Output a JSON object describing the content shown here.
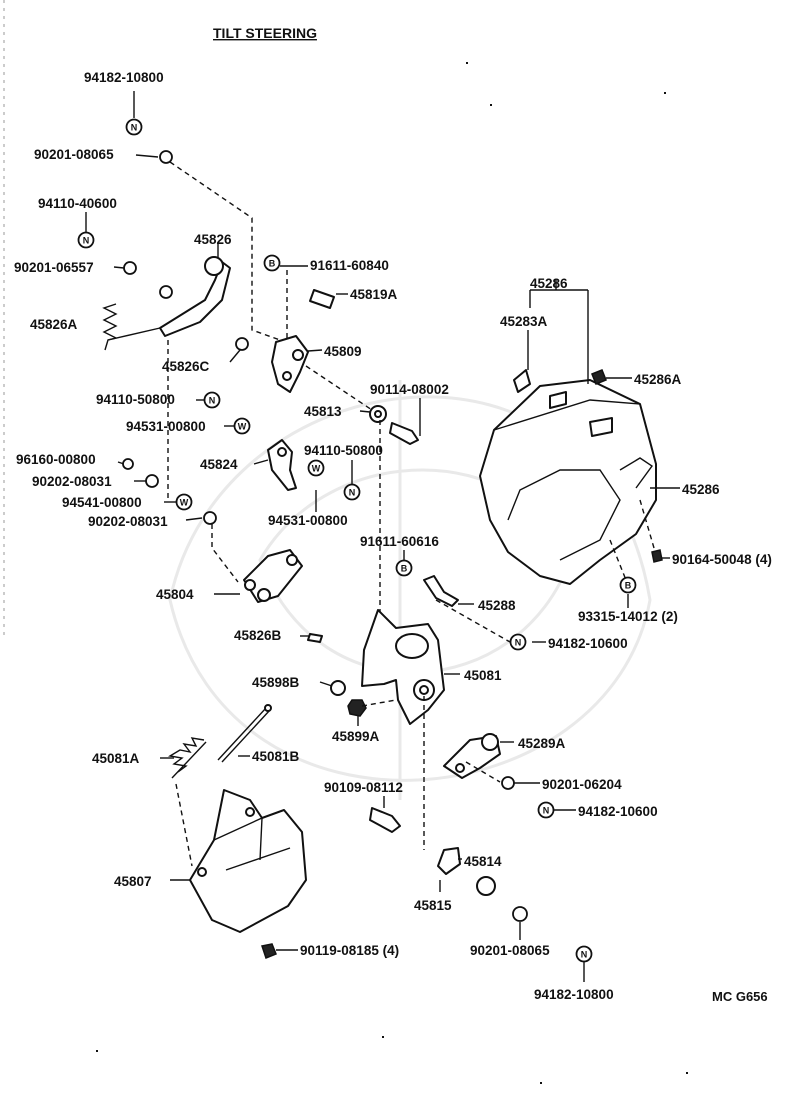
{
  "title": "TILT STEERING",
  "code": "MC G656",
  "labels": {
    "p_94182_10800_top": "94182-10800",
    "p_90201_08065_top": "90201-08065",
    "p_94110_40600": "94110-40600",
    "p_90201_06557": "90201-06557",
    "p_45826": "45826",
    "p_91611_60840": "91611-60840",
    "p_45819A": "45819A",
    "p_45826A": "45826A",
    "p_45826C": "45826C",
    "p_45809": "45809",
    "p_94110_50800_a": "94110-50800",
    "p_90114_08002": "90114-08002",
    "p_45813": "45813",
    "p_94531_00800_a": "94531-00800",
    "p_96160_00800": "96160-00800",
    "p_94110_50800_b": "94110-50800",
    "p_45824": "45824",
    "p_90202_08031_a": "90202-08031",
    "p_94541_00800": "94541-00800",
    "p_94531_00800_b": "94531-00800",
    "p_90202_08031_b": "90202-08031",
    "p_91611_60616": "91611-60616",
    "p_45804": "45804",
    "p_45288": "45288",
    "p_45826B": "45826B",
    "p_94182_10600_a": "94182-10600",
    "p_45081": "45081",
    "p_45898B": "45898B",
    "p_45899A": "45899A",
    "p_45289A": "45289A",
    "p_45081A": "45081A",
    "p_45081B": "45081B",
    "p_90201_06204": "90201-06204",
    "p_90109_08112": "90109-08112",
    "p_94182_10600_b": "94182-10600",
    "p_45814": "45814",
    "p_45807": "45807",
    "p_45815": "45815",
    "p_90119_08185": "90119-08185 (4)",
    "p_90201_08065_bot": "90201-08065",
    "p_94182_10800_bot": "94182-10800",
    "p_45286_top": "45286",
    "p_45283A": "45283A",
    "p_45286A": "45286A",
    "p_45286_right": "45286",
    "p_90164_50048": "90164-50048 (4)",
    "p_93315_14012": "93315-14012 (2)"
  },
  "symbols": {
    "N": "N",
    "W": "W",
    "B": "B"
  }
}
